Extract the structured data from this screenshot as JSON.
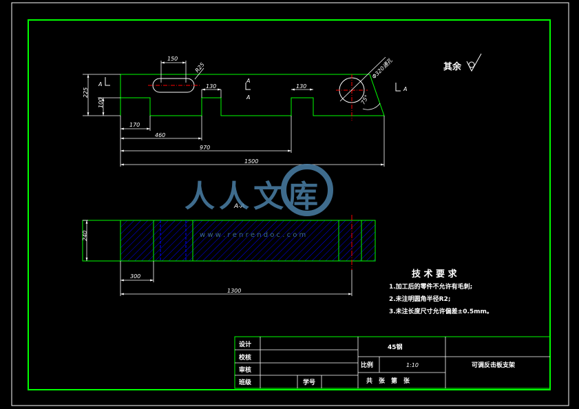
{
  "colors": {
    "background": "#000000",
    "border_outer": "#ffffff",
    "border_inner": "#00ff00",
    "part_outline": "#00ff00",
    "dimension": "#ffffff",
    "centerline": "#ff0000",
    "hatch": "#0000ff",
    "text": "#ffffff",
    "watermark": "#4a7fa6"
  },
  "view_top": {
    "dims": {
      "d150": "150",
      "d25": "R25",
      "d130a": "130",
      "d130b": "130",
      "dhole": "Φ320通孔",
      "d225": "225",
      "d100": "100",
      "d170": "170",
      "d460": "460",
      "d970": "970",
      "d1500": "1500",
      "d75": "75°"
    },
    "section_marks": {
      "left": "A",
      "mid_top": "A",
      "mid_bottom": "A",
      "right": "A"
    },
    "roughness_label": "其余"
  },
  "section_view": {
    "title": "A-A",
    "dims": {
      "d240": "240",
      "d300": "300",
      "d1300": "1300"
    }
  },
  "tech_requirements": {
    "title": "技 术 要 求",
    "items": [
      "1.加工后的零件不允许有毛刺;",
      "2.未注明圆角半径R2;",
      "3.未注长度尺寸允许偏差±0.5mm。"
    ]
  },
  "title_block": {
    "design": "设计",
    "check": "校核",
    "review": "审核",
    "class": "班级",
    "student_id": "学号",
    "material": "45钢",
    "scale_label": "比例",
    "scale_value": "1:10",
    "part_name": "可调反击板支架",
    "sheets": "共　张　第　张"
  },
  "watermark": {
    "main": "人人文库",
    "url": "w w w . r e n r e n d o c . c o m"
  }
}
